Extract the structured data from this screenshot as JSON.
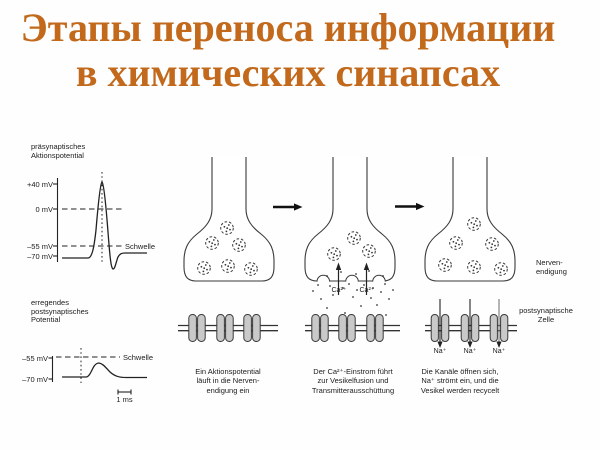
{
  "slide": {
    "title_line1": "Этапы переноса информации",
    "title_line2": "в химических синапсах",
    "title_color": "#c2691c",
    "diagram_ink_color": "#2a2a2a",
    "channel_fill_color": "#c9c9c9"
  },
  "ap_graph": {
    "label": [
      "präsynaptisches",
      "Aktionspotential"
    ],
    "ticks": [
      "+40 mV",
      "0 mV",
      "–55 mV",
      "–70 mV"
    ],
    "threshold": "Schwelle"
  },
  "epsp_graph": {
    "label": [
      "erregendes",
      "postsynaptisches",
      "Potential"
    ],
    "ticks": [
      "–55 mV",
      "–70 mV"
    ],
    "threshold": "Schwelle",
    "timebar": "1 ms"
  },
  "diagram": {
    "nerve_ending": [
      "Nerven-",
      "endigung"
    ],
    "postsynaptic_cell": [
      "postsynaptische",
      "Zelle"
    ],
    "ca_ion": "Ca²⁺",
    "na_ion": "Na⁺"
  },
  "captions": {
    "step1": [
      "Ein Aktionspotential",
      "läuft in die Nerven-",
      "endigung ein"
    ],
    "step2": [
      "Der Ca²⁺-Einstrom führt",
      "zur Vesikelfusion und",
      "Transmitterausschüttung"
    ],
    "step3": [
      "Die Kanäle öffnen sich,",
      "Na⁺ strömt ein, und die",
      "Vesikel werden recycelt"
    ]
  }
}
